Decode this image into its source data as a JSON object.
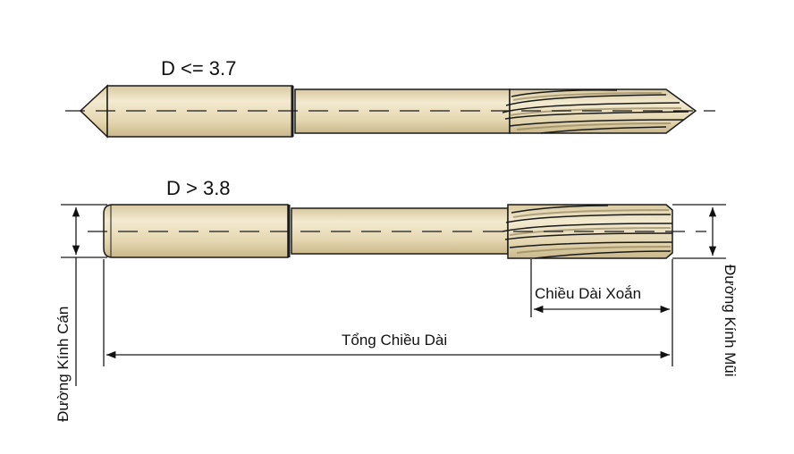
{
  "tool_top": {
    "label": "D <= 3.7"
  },
  "tool_bottom": {
    "label": "D > 3.8"
  },
  "dimensions": {
    "shank_diameter": "Đường Kính Cán",
    "flute_length": "Chiều Dài Xoắn",
    "overall_length": "Tổng Chiều Dài",
    "tip_diameter": "Đường Kính Mũi"
  },
  "colors": {
    "body_fill": "#e6d9b4",
    "outline": "#1a1a1a",
    "flute_shadow": "#8a7a52"
  }
}
